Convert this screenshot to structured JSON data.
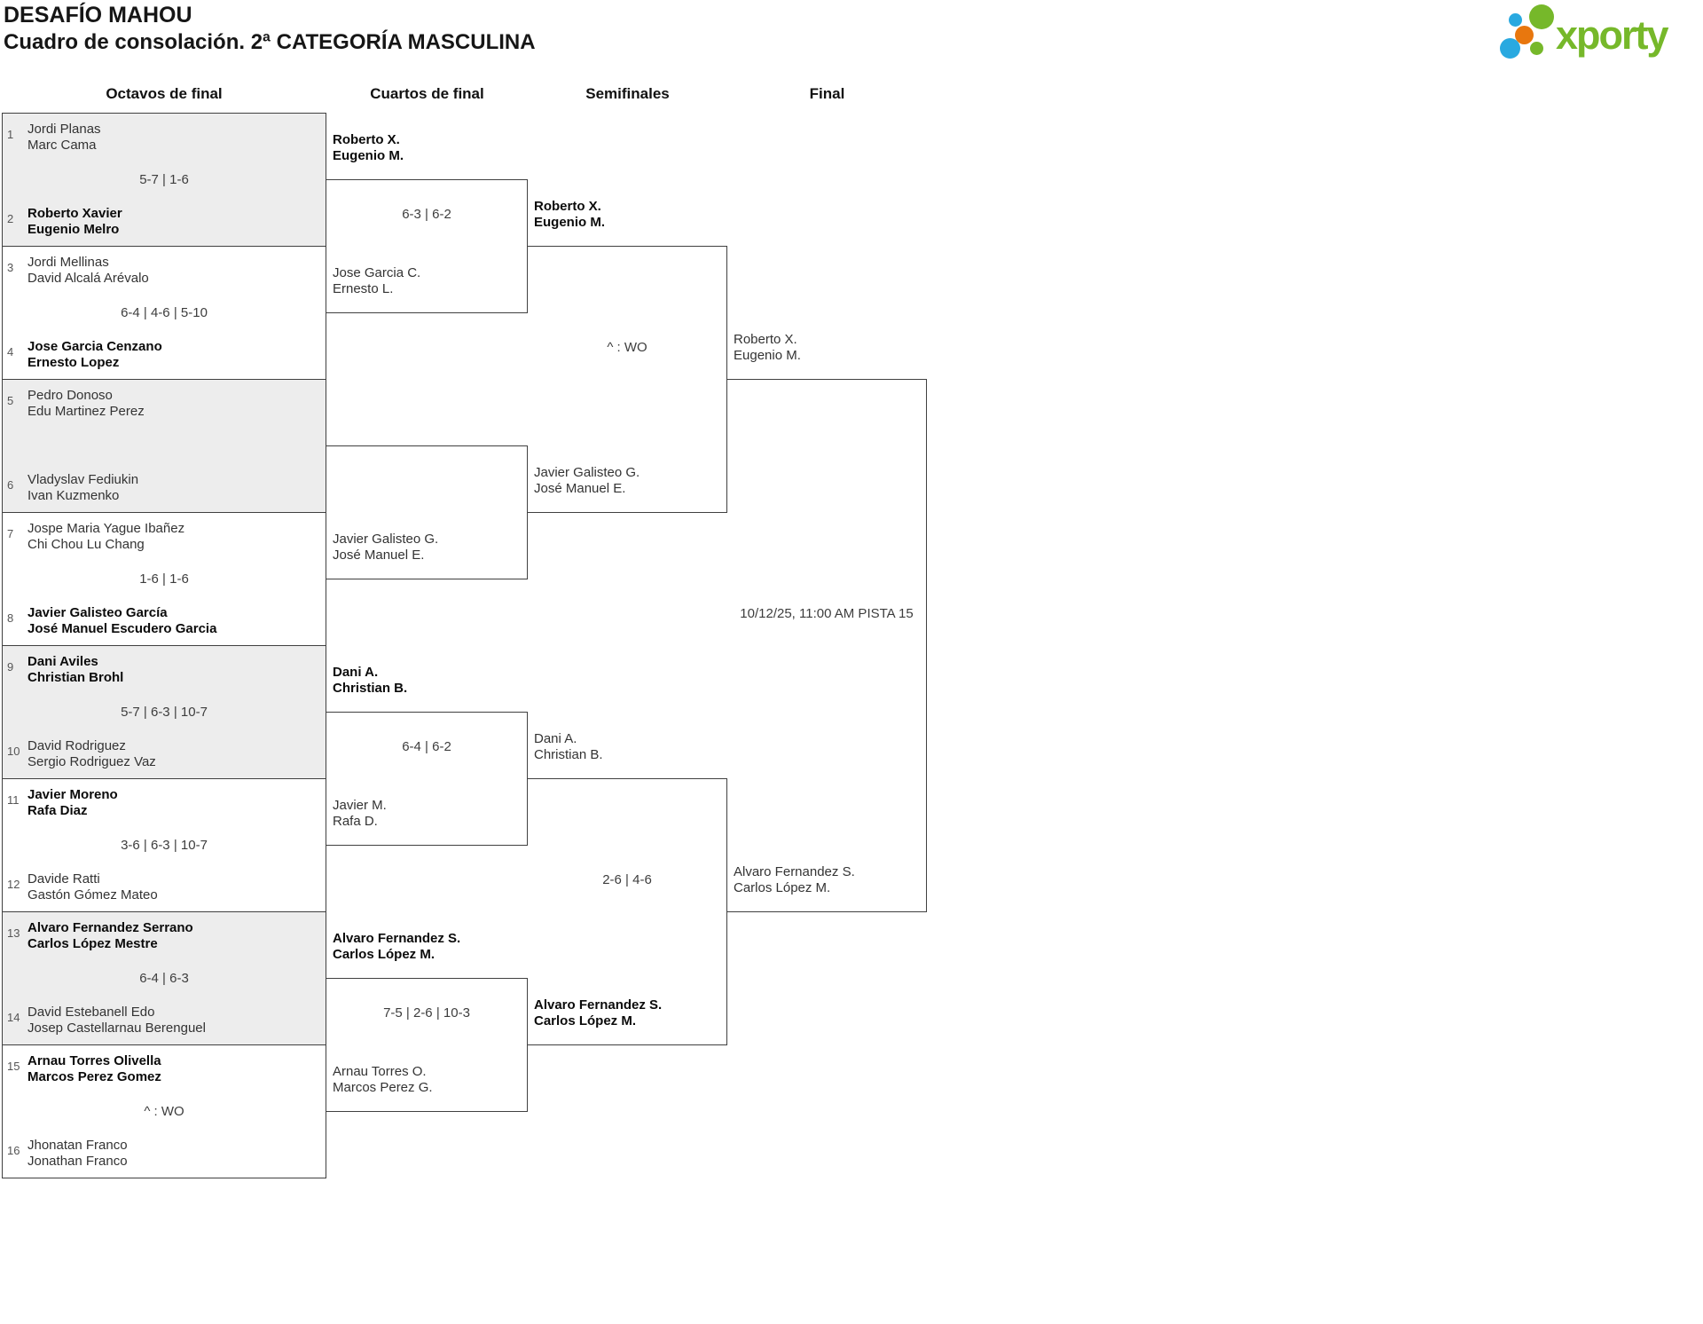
{
  "header": {
    "title": "DESAFÍO MAHOU",
    "subtitle": "Cuadro de consolación. 2ª CATEGORÍA MASCULINA",
    "logo_text": "xporty"
  },
  "rounds": [
    {
      "label": "Octavos de final"
    },
    {
      "label": "Cuartos de final"
    },
    {
      "label": "Semifinales"
    },
    {
      "label": "Final"
    }
  ],
  "colors": {
    "green": "#76b82a",
    "blue": "#29a9e0",
    "orange": "#e8770e",
    "shade": "#ededed",
    "line": "#404040"
  },
  "octavos": [
    {
      "seed_top": "1",
      "top1": "Jordi Planas",
      "top2": "Marc Cama",
      "top_winner": false,
      "score": "5-7 | 1-6",
      "seed_bottom": "2",
      "bottom1": "Roberto Xavier",
      "bottom2": "Eugenio Melro",
      "bottom_winner": true
    },
    {
      "seed_top": "3",
      "top1": "Jordi Mellinas",
      "top2": "David Alcalá Arévalo",
      "top_winner": false,
      "score": "6-4 | 4-6 | 5-10",
      "seed_bottom": "4",
      "bottom1": "Jose Garcia Cenzano",
      "bottom2": "Ernesto Lopez",
      "bottom_winner": true
    },
    {
      "seed_top": "5",
      "top1": "Pedro Donoso",
      "top2": "Edu Martinez Perez",
      "top_winner": false,
      "score": "",
      "seed_bottom": "6",
      "bottom1": "Vladyslav Fediukin",
      "bottom2": "Ivan Kuzmenko",
      "bottom_winner": false
    },
    {
      "seed_top": "7",
      "top1": "Jospe Maria Yague Ibañez",
      "top2": "Chi Chou Lu Chang",
      "top_winner": false,
      "score": "1-6 | 1-6",
      "seed_bottom": "8",
      "bottom1": "Javier Galisteo García",
      "bottom2": "José Manuel Escudero Garcia",
      "bottom_winner": true
    },
    {
      "seed_top": "9",
      "top1": "Dani Aviles",
      "top2": "Christian Brohl",
      "top_winner": true,
      "score": "5-7 | 6-3 | 10-7",
      "seed_bottom": "10",
      "bottom1": "David Rodriguez",
      "bottom2": "Sergio Rodriguez Vaz",
      "bottom_winner": false
    },
    {
      "seed_top": "11",
      "top1": "Javier Moreno",
      "top2": "Rafa Diaz",
      "top_winner": true,
      "score": "3-6 | 6-3 | 10-7",
      "seed_bottom": "12",
      "bottom1": "Davide Ratti",
      "bottom2": "Gastón Gómez Mateo",
      "bottom_winner": false
    },
    {
      "seed_top": "13",
      "top1": "Alvaro Fernandez Serrano",
      "top2": "Carlos López Mestre",
      "top_winner": true,
      "score": "6-4 | 6-3",
      "seed_bottom": "14",
      "bottom1": "David Estebanell Edo",
      "bottom2": "Josep Castellarnau Berenguel",
      "bottom_winner": false
    },
    {
      "seed_top": "15",
      "top1": "Arnau Torres Olivella",
      "top2": "Marcos Perez Gomez",
      "top_winner": true,
      "score": "^ : WO",
      "seed_bottom": "16",
      "bottom1": "Jhonatan Franco",
      "bottom2": "Jonathan Franco",
      "bottom_winner": false
    }
  ],
  "cuartos": [
    {
      "top1": "Roberto X.",
      "top2": "Eugenio M.",
      "top_winner": true,
      "score": "6-3 | 6-2",
      "bottom1": "Jose Garcia C.",
      "bottom2": "Ernesto L.",
      "bottom_winner": false
    },
    {
      "top1": "",
      "top2": "",
      "top_winner": false,
      "score": "",
      "bottom1": "Javier Galisteo G.",
      "bottom2": "José Manuel E.",
      "bottom_winner": false
    },
    {
      "top1": "Dani A.",
      "top2": "Christian B.",
      "top_winner": true,
      "score": "6-4 | 6-2",
      "bottom1": "Javier M.",
      "bottom2": "Rafa D.",
      "bottom_winner": false
    },
    {
      "top1": "Alvaro Fernandez S.",
      "top2": "Carlos López M.",
      "top_winner": true,
      "score": "7-5 | 2-6 | 10-3",
      "bottom1": "Arnau Torres O.",
      "bottom2": "Marcos Perez G.",
      "bottom_winner": false
    }
  ],
  "semifinales": [
    {
      "top1": "Roberto X.",
      "top2": "Eugenio M.",
      "top_winner": true,
      "score": "^ : WO",
      "bottom1": "Javier Galisteo G.",
      "bottom2": "José Manuel E.",
      "bottom_winner": false
    },
    {
      "top1": "Dani A.",
      "top2": "Christian B.",
      "top_winner": false,
      "score": "2-6 | 4-6",
      "bottom1": "Alvaro Fernandez S.",
      "bottom2": "Carlos López M.",
      "bottom_winner": true
    }
  ],
  "final": {
    "top1": "Roberto X.",
    "top2": "Eugenio M.",
    "schedule": "10/12/25, 11:00 AM PISTA 15",
    "bottom1": "Alvaro Fernandez S.",
    "bottom2": "Carlos López M."
  }
}
